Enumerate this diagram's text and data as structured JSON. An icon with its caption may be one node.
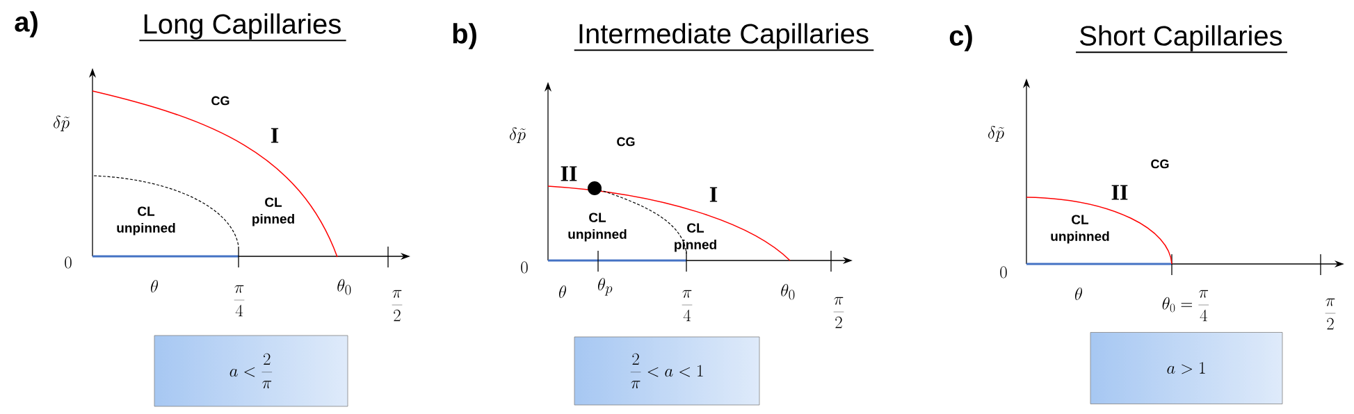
{
  "diagram": {
    "nodes": [
      {
        "text": [
          "a<\\frac{2}{\\pi}"
        ]
      },
      {
        "text": [
          "\\frac{2}{\\pi}<a<1"
        ]
      },
      {
        "text": [
          "a>1"
        ]
      }
    ],
    "labels": [
      "a)",
      "Long Capillaries",
      "\\delta\\tilde{p}",
      "CG",
      "I",
      "CL unpinned",
      "CL pinned",
      "0",
      "\\theta",
      "\\frac{\\pi}{4}",
      "\\theta_0",
      "\\frac{\\pi}{2}",
      "b)",
      "Intermediate Capillaries",
      "\\delta\\tilde{p}",
      "CG",
      "II",
      "I",
      "CL unpinned",
      "CL pinned",
      "0",
      "\\theta",
      "\\theta_p",
      "\\frac{\\pi}{4}",
      "\\theta_0",
      "\\frac{\\pi}{2}",
      "c)",
      "Short Capillaries",
      "\\delta\\tilde{p}",
      "CG",
      "II",
      "CL unpinned",
      "0",
      "\\theta",
      "\\theta_0=\\frac{\\pi}{4}",
      "\\frac{\\pi}{2}"
    ]
  }
}
